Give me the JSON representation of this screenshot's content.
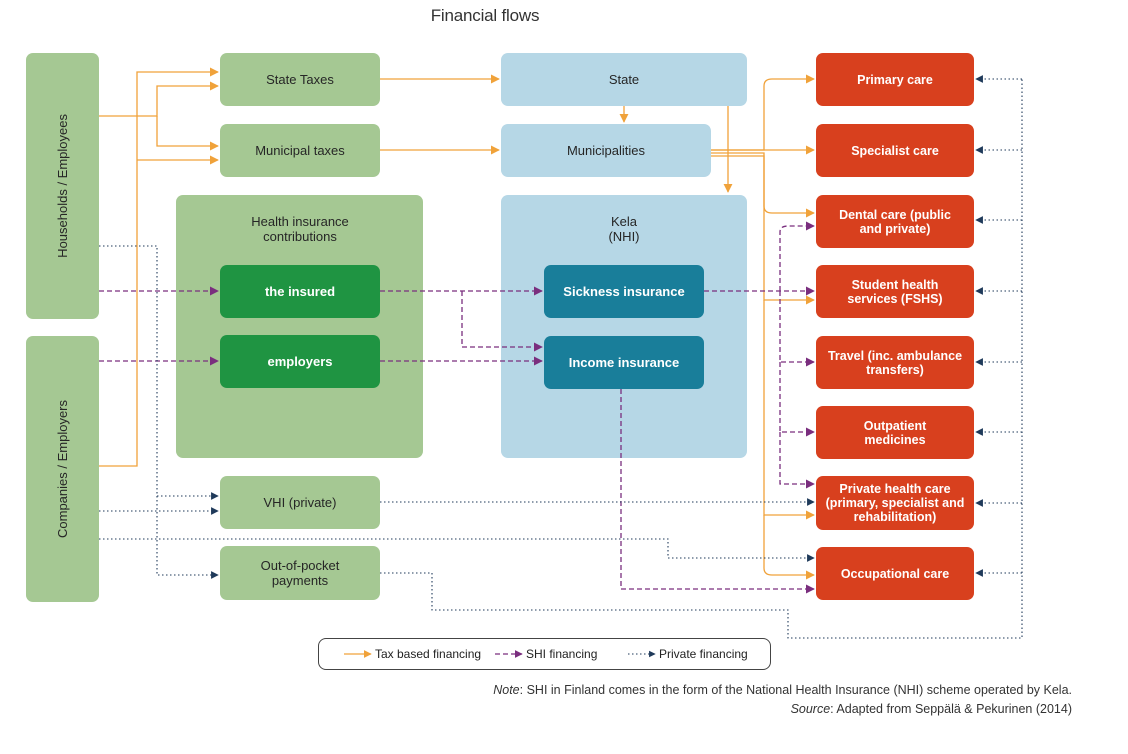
{
  "title": "Financial flows",
  "sources": {
    "households": "Households / Employees",
    "companies": "Companies / Employers"
  },
  "nodes": {
    "state_taxes": "State Taxes",
    "municipal_taxes": "Municipal taxes",
    "state": "State",
    "municipalities": "Municipalities",
    "hic_title": "Health insurance contributions",
    "the_insured": "the insured",
    "employers": "employers",
    "kela_title": "Kela\n(NHI)",
    "sickness_insurance": "Sickness insurance",
    "income_insurance": "Income insurance",
    "vhi": "VHI (private)",
    "oop": "Out-of-pocket payments"
  },
  "providers": {
    "primary_care": "Primary care",
    "specialist_care": "Specialist care",
    "dental_care": "Dental care (public and private)",
    "student_health": "Student health services (FSHS)",
    "travel": "Travel (inc. ambulance transfers)",
    "outpatient_medicines": "Outpatient medicines",
    "private_health_care": "Private health care (primary, specialist and rehabilitation)",
    "occupational_care": "Occupational care"
  },
  "legend": {
    "tax": "Tax based financing",
    "shi": "SHI financing",
    "private": "Private financing"
  },
  "note": {
    "note_label": "Note",
    "note_text": ": SHI in Finland comes in the form of the National Health Insurance (NHI) scheme operated by Kela.",
    "source_label": "Source",
    "source_text": ": Adapted from Seppälä & Pekurinen (2014)"
  },
  "colors": {
    "tax": "#f0a23a",
    "shi": "#7a2e7e",
    "private": "#1f3a5a",
    "light_green": "#a5c893",
    "light_blue": "#b6d7e6",
    "dark_green": "#1f9442",
    "teal": "#197e9a",
    "red": "#d8401e"
  }
}
